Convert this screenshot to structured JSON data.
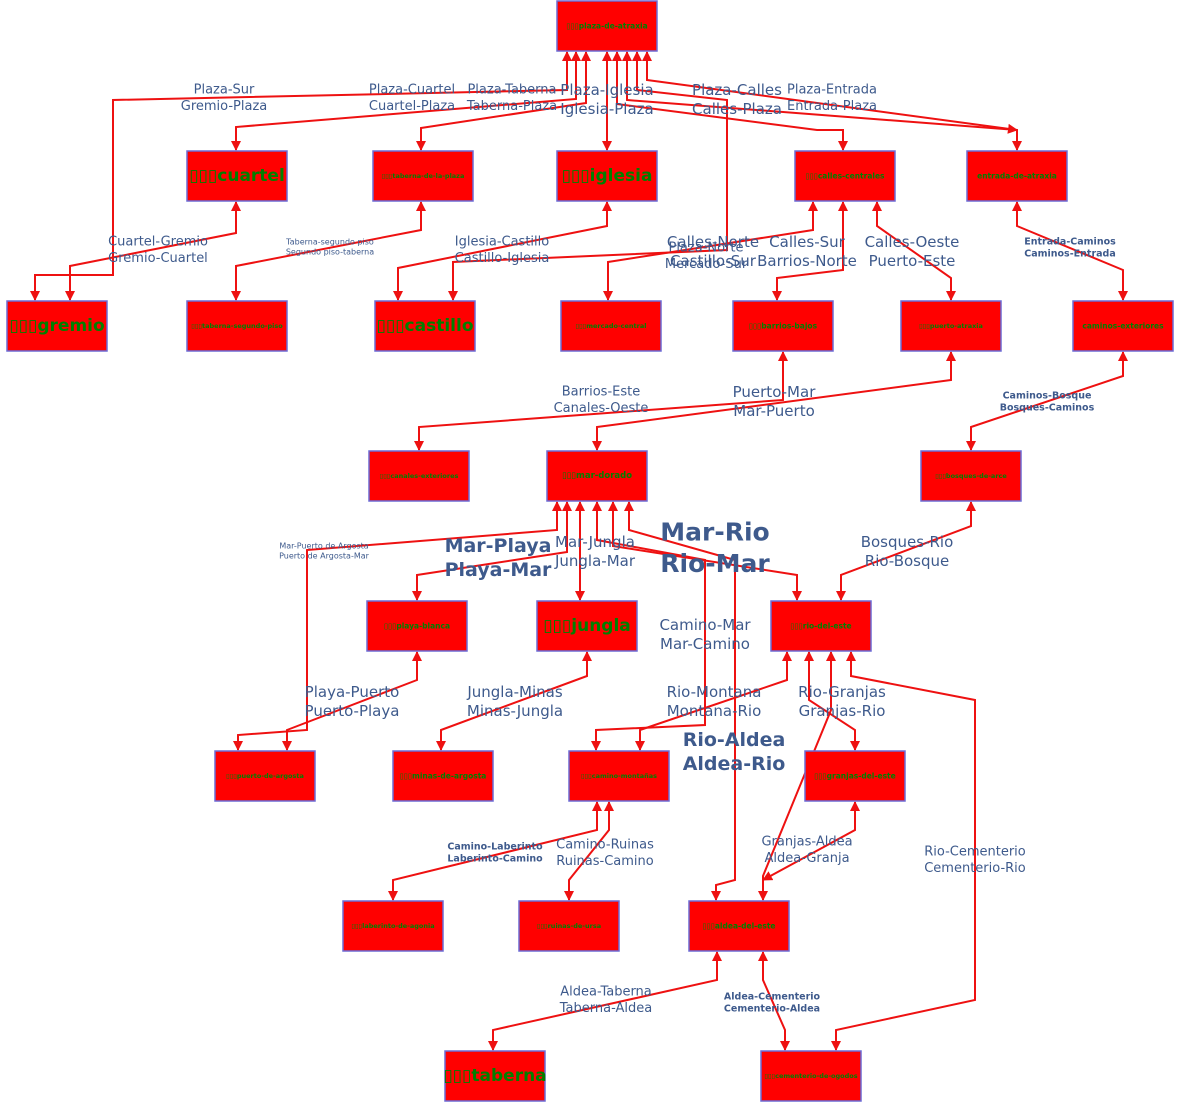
{
  "nodes": [
    {
      "id": "plaza",
      "label": "▯▯▯plaza-de-atraxia",
      "size": "s"
    },
    {
      "id": "cuartel",
      "label": "▯▯▯cuartel",
      "size": "l"
    },
    {
      "id": "taberna_plaza",
      "label": "▯▯▯taberna-de-la-plaza",
      "size": "xs"
    },
    {
      "id": "iglesia",
      "label": "▯▯▯iglesia",
      "size": "l"
    },
    {
      "id": "calles",
      "label": "▯▯▯calles-centrales",
      "size": "s"
    },
    {
      "id": "entrada",
      "label": "entrada-de-atraxia",
      "size": "s"
    },
    {
      "id": "gremio",
      "label": "▯▯▯gremio",
      "size": "l"
    },
    {
      "id": "segundo_piso",
      "label": "▯▯▯taberna-segundo-piso",
      "size": "xs"
    },
    {
      "id": "castillo",
      "label": "▯▯▯castillo",
      "size": "l"
    },
    {
      "id": "mercado",
      "label": "▯▯▯mercado-central",
      "size": "xs"
    },
    {
      "id": "barrios",
      "label": "▯▯▯barrios-bajos",
      "size": "s"
    },
    {
      "id": "puerto",
      "label": "▯▯▯puerto-atraxia",
      "size": "xs"
    },
    {
      "id": "caminos",
      "label": "caminos-exteriores",
      "size": "s"
    },
    {
      "id": "canales",
      "label": "▯▯▯canales-exteriores",
      "size": "xs"
    },
    {
      "id": "mar",
      "label": "▯▯▯mar-dorado",
      "size": "m"
    },
    {
      "id": "bosques",
      "label": "▯▯▯bosques-de-arce",
      "size": "xs"
    },
    {
      "id": "playa",
      "label": "▯▯▯playa-blanca",
      "size": "s"
    },
    {
      "id": "jungla",
      "label": "▯▯▯jungla",
      "size": "l"
    },
    {
      "id": "rio",
      "label": "▯▯▯rio-del-este",
      "size": "s"
    },
    {
      "id": "puerto_argosta",
      "label": "▯▯▯puerto-de-argosta",
      "size": "xs"
    },
    {
      "id": "minas",
      "label": "▯▯▯minas-de-argosta",
      "size": "s"
    },
    {
      "id": "camino_montana",
      "label": "▯▯▯camino-montañas",
      "size": "xs"
    },
    {
      "id": "granjas",
      "label": "▯▯▯granjas-del-este",
      "size": "s"
    },
    {
      "id": "laberinto",
      "label": "▯▯▯laberinto-de-agonia",
      "size": "xs"
    },
    {
      "id": "ruinas",
      "label": "▯▯▯ruinas-de-ursa",
      "size": "xs"
    },
    {
      "id": "aldea",
      "label": "▯▯▯aldea-del-este",
      "size": "s"
    },
    {
      "id": "taberna",
      "label": "▯▯▯taberna",
      "size": "l"
    },
    {
      "id": "cementerio",
      "label": "▯▯▯cementerio-de-ogodos",
      "size": "xs"
    }
  ],
  "edge_labels": [
    {
      "lines": [
        "Plaza-Sur",
        "Gremio-Plaza"
      ],
      "size": "m"
    },
    {
      "lines": [
        "Plaza-Cuartel",
        "Cuartel-Plaza"
      ],
      "size": "m"
    },
    {
      "lines": [
        "Plaza-Taberna",
        "Taberna-Plaza"
      ],
      "size": "m"
    },
    {
      "lines": [
        "Plaza-Iglesia",
        "Iglesia-Plaza"
      ],
      "size": "l"
    },
    {
      "lines": [
        "Plaza-Calles",
        "Calles-Plaza"
      ],
      "size": "l"
    },
    {
      "lines": [
        "Plaza-Entrada",
        "Entrada-Plaza"
      ],
      "size": "m"
    },
    {
      "lines": [
        "Cuartel-Gremio",
        "Gremio-Cuartel"
      ],
      "size": "m"
    },
    {
      "lines": [
        "Taberna-segundo piso",
        "Segundo piso-taberna"
      ],
      "size": "xs"
    },
    {
      "lines": [
        "Iglesia-Castillo",
        "Castillo-Iglesia"
      ],
      "size": "m"
    },
    {
      "lines": [
        "Calles-Norte",
        "Castillo-Sur"
      ],
      "size": "l"
    },
    {
      "lines": [
        "Plaza-Norte",
        "Mercado-Sur"
      ],
      "size": "m"
    },
    {
      "lines": [
        "Calles-Sur",
        "Barrios-Norte"
      ],
      "size": "l"
    },
    {
      "lines": [
        "Calles-Oeste",
        "Puerto-Este"
      ],
      "size": "l"
    },
    {
      "lines": [
        "Entrada-Caminos",
        "Caminos-Entrada"
      ],
      "size": "s"
    },
    {
      "lines": [
        "Barrios-Este",
        "Canales-Oeste"
      ],
      "size": "m"
    },
    {
      "lines": [
        "Puerto-Mar",
        "Mar-Puerto"
      ],
      "size": "l"
    },
    {
      "lines": [
        "Caminos-Bosque",
        "Bosques-Caminos"
      ],
      "size": "s"
    },
    {
      "lines": [
        "Mar-Puerto de Argosta",
        "Puerto de Argosta-Mar"
      ],
      "size": "xs"
    },
    {
      "lines": [
        "Mar-Playa",
        "Playa-Mar"
      ],
      "size": "xl"
    },
    {
      "lines": [
        "Mar-Jungla",
        "Jungla-Mar"
      ],
      "size": "l"
    },
    {
      "lines": [
        "Mar-Rio",
        "Rio-Mar"
      ],
      "size": "xxl"
    },
    {
      "lines": [
        "Bosques-Rio",
        "Rio-Bosque"
      ],
      "size": "l"
    },
    {
      "lines": [
        "Camino-Mar",
        "Mar-Camino"
      ],
      "size": "l"
    },
    {
      "lines": [
        "Playa-Puerto",
        "Puerto-Playa"
      ],
      "size": "l"
    },
    {
      "lines": [
        "Jungla-Minas",
        "Minas-Jungla"
      ],
      "size": "l"
    },
    {
      "lines": [
        "Rio-Montana",
        "Montana-Rio"
      ],
      "size": "l"
    },
    {
      "lines": [
        "Rio-Granjas",
        "Granjas-Rio"
      ],
      "size": "l"
    },
    {
      "lines": [
        "Rio-Aldea",
        "Aldea-Rio"
      ],
      "size": "xl"
    },
    {
      "lines": [
        "Camino-Laberinto",
        "Laberinto-Camino"
      ],
      "size": "s"
    },
    {
      "lines": [
        "Camino-Ruinas",
        "Ruinas-Camino"
      ],
      "size": "m"
    },
    {
      "lines": [
        "Granjas-Aldea",
        "Aldea-Granja"
      ],
      "size": "m"
    },
    {
      "lines": [
        "Rio-Cementerio",
        "Cementerio-Rio"
      ],
      "size": "m"
    },
    {
      "lines": [
        "Aldea-Taberna",
        "Taberna-Aldea"
      ],
      "size": "m"
    },
    {
      "lines": [
        "Aldea-Cementerio",
        "Cementerio-Aldea"
      ],
      "size": "s"
    }
  ],
  "colors": {
    "node_fill": "#ff0000",
    "node_stroke": "#6b6bd6",
    "node_text": "#008000",
    "edge": "#ee1111",
    "edge_label": "#3e5a8c"
  }
}
